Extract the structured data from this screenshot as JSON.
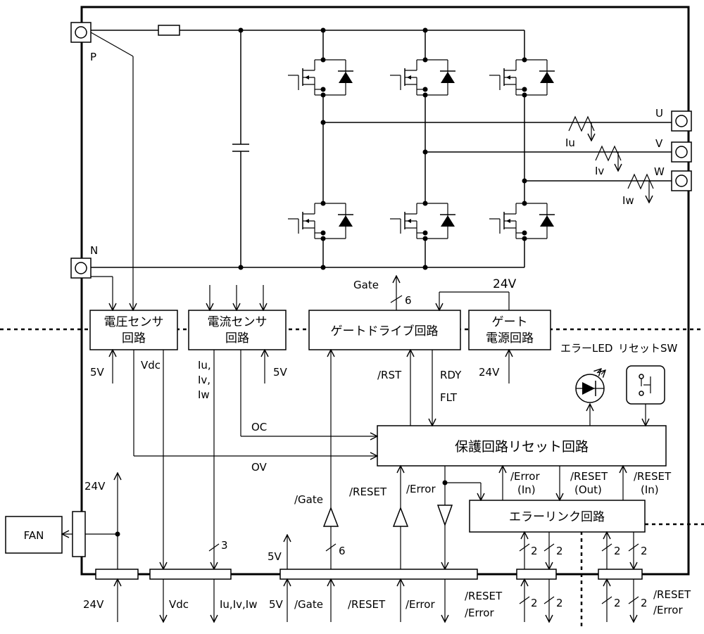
{
  "terminals": {
    "p": "P",
    "n": "N",
    "u": "U",
    "v": "V",
    "w": "W"
  },
  "currents": {
    "iu": "Iu",
    "iv": "Iv",
    "iw": "Iw"
  },
  "blocks": {
    "voltage_sensor": [
      "電圧センサ",
      "回路"
    ],
    "current_sensor": [
      "電流センサ",
      "回路"
    ],
    "gate_drive": "ゲートドライブ回路",
    "gate_power": [
      "ゲート",
      "電源回路"
    ],
    "protection_reset": "保護回路リセット回路",
    "error_link": "エラーリンク回路",
    "fan": "FAN"
  },
  "indicators": {
    "error_led": "エラーLED",
    "reset_sw": "リセットSW"
  },
  "signals": {
    "gate": "Gate",
    "gate_count": "6",
    "v24": "24V",
    "v5": "5V",
    "vdc": "Vdc",
    "iu_c": "Iu,",
    "iv_c": "Iv,",
    "iw": "Iw",
    "oc": "OC",
    "ov": "OV",
    "rst": "/RST",
    "rdy": "RDY",
    "flt": "FLT",
    "reset": "/RESET",
    "error": "/Error",
    "gate_n": "/Gate",
    "error_in": [
      "/Error",
      "(In)"
    ],
    "reset_out": [
      "/RESET",
      "(Out)"
    ],
    "reset_in": [
      "/RESET",
      "(In)"
    ],
    "bus3": "3",
    "bus6": "6",
    "bus2": "2"
  },
  "connectors": {
    "v24": "24V",
    "vdc": "Vdc",
    "iuvw": "Iu,Iv,Iw",
    "v5": "5V",
    "gate": "/Gate",
    "reset": "/RESET",
    "error": "/Error",
    "reset2": "/RESET",
    "error2": "/Error",
    "reset3": "/RESET",
    "error3": "/Error"
  }
}
